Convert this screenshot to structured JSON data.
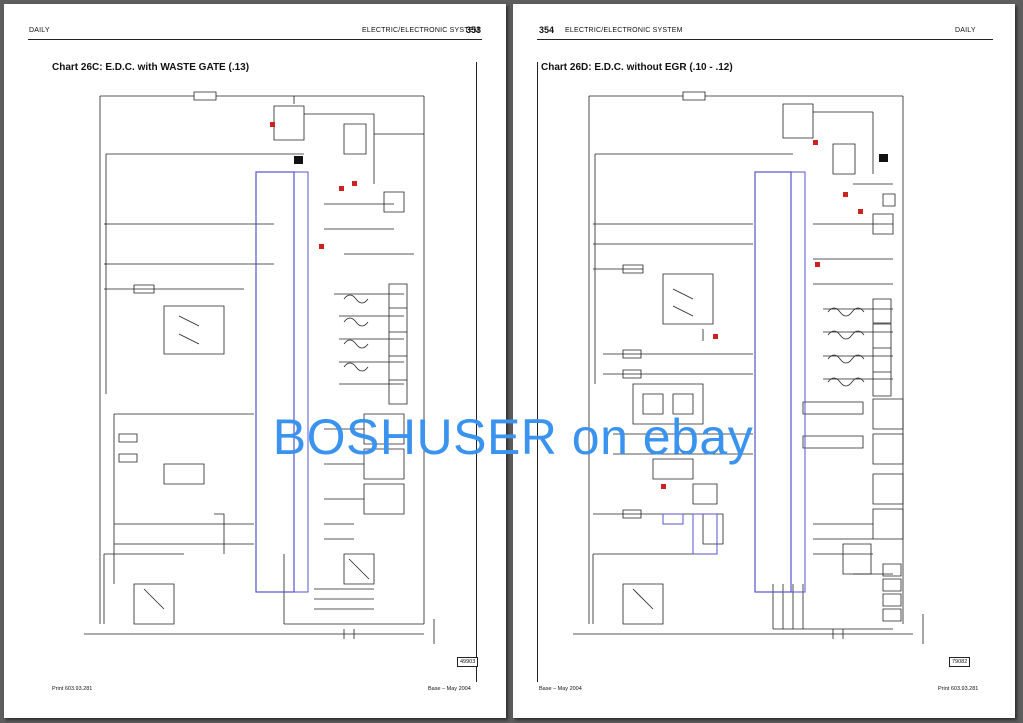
{
  "left_page": {
    "header_left": "DAILY",
    "header_right": "ELECTRIC/ELECTRONIC SYSTEM",
    "page_number": "353",
    "chart_title": "Chart 26C:  E.D.C. with WASTE GATE (.13)",
    "sheet_id": "49903",
    "footer_left": "Print 603.93.281",
    "footer_right": "Base – May 2004"
  },
  "right_page": {
    "page_number": "354",
    "header_left": "ELECTRIC/ELECTRONIC SYSTEM",
    "header_right": "DAILY",
    "chart_title": "Chart 26D:  E.D.C. without EGR (.10 - .12)",
    "sheet_id": "79082",
    "footer_left": "Base – May 2004",
    "footer_right": "Print 603.93.281"
  },
  "watermark": "BOSHUSER on ebay",
  "colors": {
    "backdrop": "#5e5e5e",
    "paper": "#ffffff",
    "ink": "#111111",
    "ecu_outline": "#5555cc",
    "relay_marker": "#cc2222",
    "watermark": "#3a93ee"
  }
}
